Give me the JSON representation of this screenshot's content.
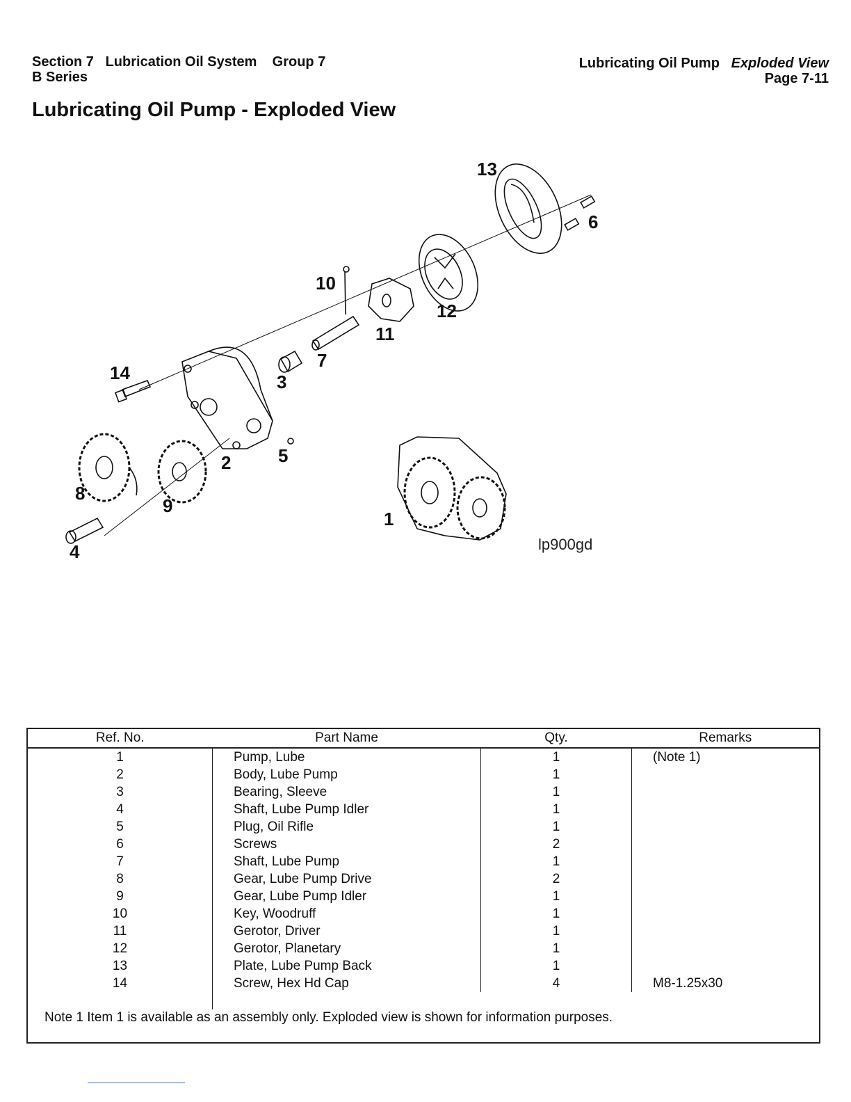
{
  "header": {
    "section": "Section 7",
    "system": "Lubrication Oil System",
    "group": "Group 7",
    "series": "B Series",
    "right_title": "Lubricating Oil Pump",
    "right_view": "Exploded View",
    "page": "Page 7-11"
  },
  "title": "Lubricating Oil Pump - Exploded View",
  "diagram": {
    "callouts": {
      "c1": "1",
      "c2": "2",
      "c3": "3",
      "c4": "4",
      "c5": "5",
      "c6": "6",
      "c7": "7",
      "c8": "8",
      "c9": "9",
      "c10": "10",
      "c11": "11",
      "c12": "12",
      "c13": "13",
      "c14": "14"
    },
    "figure_id": "lp900gd"
  },
  "parts_table": {
    "headers": {
      "ref": "Ref. No.",
      "part": "Part Name",
      "qty": "Qty.",
      "remarks": "Remarks"
    },
    "rows": [
      {
        "ref": "1",
        "part": "Pump, Lube",
        "qty": "1",
        "remarks": "(Note 1)"
      },
      {
        "ref": "2",
        "part": "Body, Lube Pump",
        "qty": "1",
        "remarks": ""
      },
      {
        "ref": "3",
        "part": "Bearing, Sleeve",
        "qty": "1",
        "remarks": ""
      },
      {
        "ref": "4",
        "part": "Shaft, Lube Pump Idler",
        "qty": "1",
        "remarks": ""
      },
      {
        "ref": "5",
        "part": "Plug, Oil Rifle",
        "qty": "1",
        "remarks": ""
      },
      {
        "ref": "6",
        "part": "Screws",
        "qty": "2",
        "remarks": ""
      },
      {
        "ref": "7",
        "part": "Shaft, Lube Pump",
        "qty": "1",
        "remarks": ""
      },
      {
        "ref": "8",
        "part": "Gear, Lube Pump Drive",
        "qty": "2",
        "remarks": ""
      },
      {
        "ref": "9",
        "part": "Gear, Lube Pump Idler",
        "qty": "1",
        "remarks": ""
      },
      {
        "ref": "10",
        "part": "Key, Woodruff",
        "qty": "1",
        "remarks": ""
      },
      {
        "ref": "11",
        "part": "Gerotor, Driver",
        "qty": "1",
        "remarks": ""
      },
      {
        "ref": "12",
        "part": "Gerotor, Planetary",
        "qty": "1",
        "remarks": ""
      },
      {
        "ref": "13",
        "part": "Plate, Lube Pump Back",
        "qty": "1",
        "remarks": ""
      },
      {
        "ref": "14",
        "part": "Screw, Hex Hd Cap",
        "qty": "4",
        "remarks": "M8-1.25x30"
      }
    ],
    "note": "Note 1  Item 1 is available as an assembly only. Exploded view is shown for information purposes."
  }
}
